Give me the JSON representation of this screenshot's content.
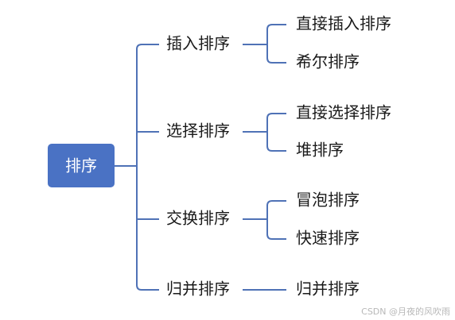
{
  "diagram": {
    "root": {
      "label": "排序"
    },
    "branches": [
      {
        "label": "插入排序",
        "children": [
          "直接插入排序",
          "希尔排序"
        ]
      },
      {
        "label": "选择排序",
        "children": [
          "直接选择排序",
          "堆排序"
        ]
      },
      {
        "label": "交换排序",
        "children": [
          "冒泡排序",
          "快速排序"
        ]
      },
      {
        "label": "归并排序",
        "children": [
          "归并排序"
        ]
      }
    ]
  },
  "watermark": "CSDN @月夜的风吹雨",
  "colors": {
    "root_fill": "#4a72c4",
    "connector": "#4f72b6",
    "text": "#1a1a1a",
    "watermark": "#b8b8b8"
  }
}
